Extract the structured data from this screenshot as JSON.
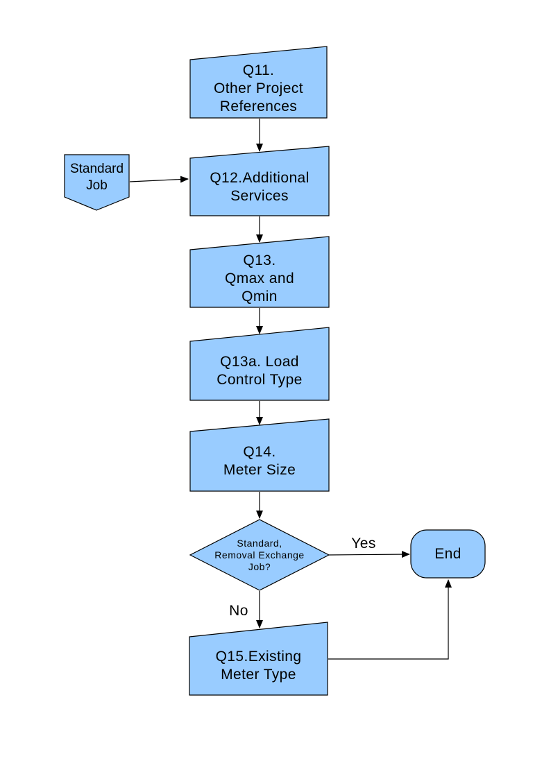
{
  "colors": {
    "shape_fill": "#99CCFF",
    "shape_stroke": "#000000",
    "connector": "#000000",
    "text": "#000000",
    "background": "#FFFFFF"
  },
  "nodes": {
    "q11": {
      "shape": "card",
      "label": "Q11.\nOther Project\nReferences"
    },
    "standard_job": {
      "shape": "off-page-connector",
      "label": "Standard\nJob"
    },
    "q12": {
      "shape": "card",
      "label": "Q12.Additional\nServices"
    },
    "q13": {
      "shape": "card",
      "label": "Q13.\nQmax and\nQmin"
    },
    "q13a": {
      "shape": "card",
      "label": "Q13a. Load\nControl Type"
    },
    "q14": {
      "shape": "card",
      "label": "Q14.\nMeter Size"
    },
    "decision": {
      "shape": "diamond",
      "label": "Standard,\nRemoval Exchange\nJob?"
    },
    "end": {
      "shape": "terminator",
      "label": "End"
    },
    "q15": {
      "shape": "card",
      "label": "Q15.Existing\nMeter Type"
    }
  },
  "edge_labels": {
    "yes": "Yes",
    "no": "No"
  }
}
